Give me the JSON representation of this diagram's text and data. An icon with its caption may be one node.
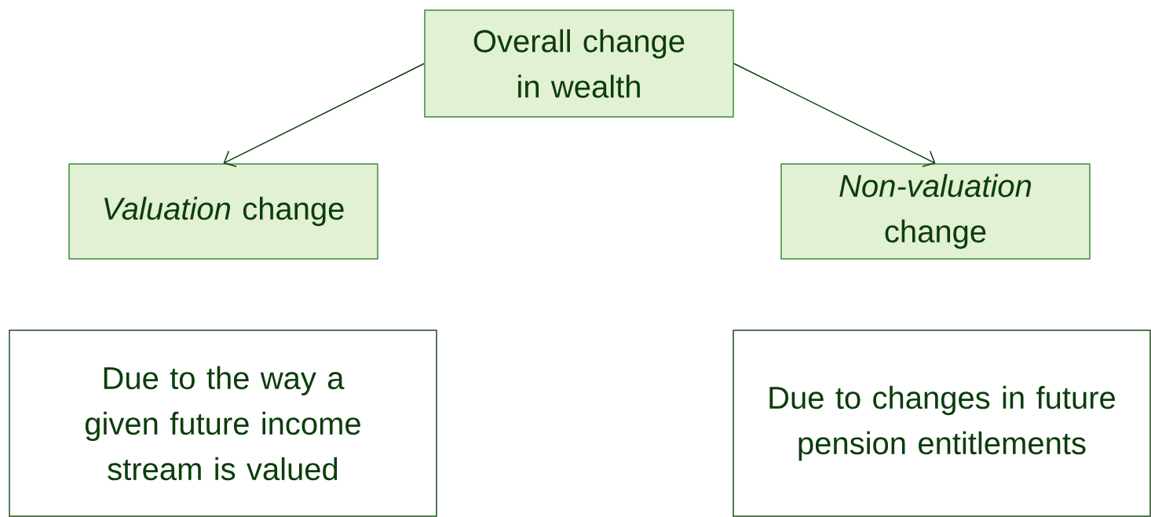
{
  "diagram": {
    "nodes": [
      {
        "text": [
          "Overall change in wealth"
        ]
      },
      {
        "text": [
          "*Valuation* change"
        ]
      },
      {
        "text": [
          "*Non-valuation* change"
        ]
      },
      {
        "text": [
          "Due to the way a given future income stream is valued"
        ]
      },
      {
        "text": [
          "Due to changes in future pension entitlements"
        ]
      }
    ],
    "edges": [
      {
        "from": 0,
        "to": 1,
        "arrow": "to"
      },
      {
        "from": 0,
        "to": 2,
        "arrow": "to"
      }
    ]
  }
}
